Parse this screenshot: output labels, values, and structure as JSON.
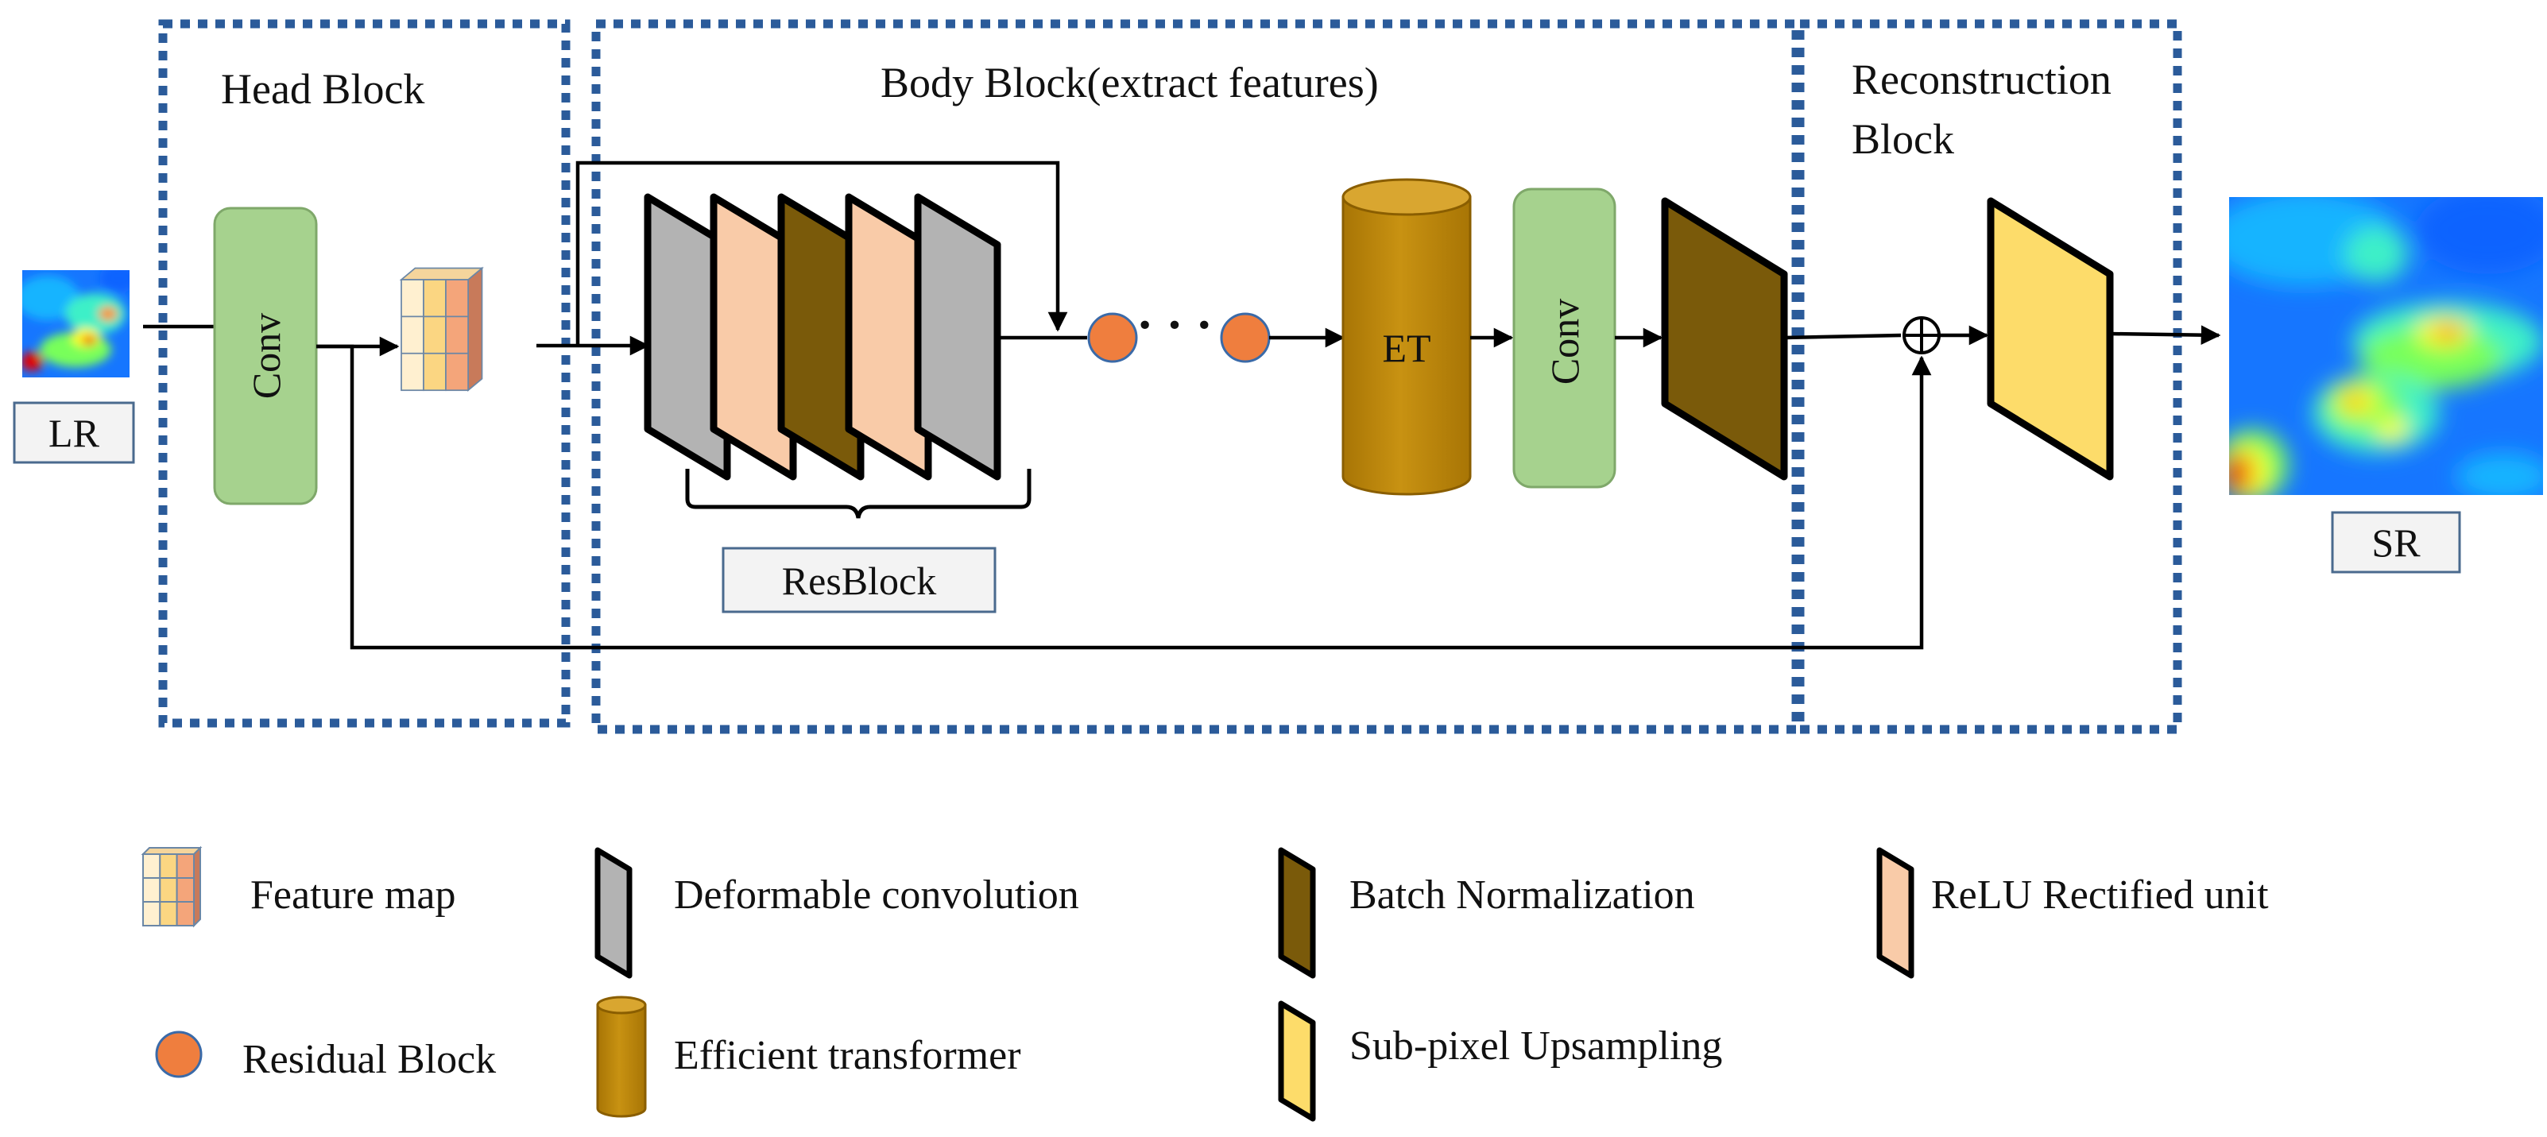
{
  "blocks": {
    "head": "Head Block",
    "body": "Body Block(extract features)",
    "reconstruction_line1": "Reconstruction",
    "reconstruction_line2": "Block"
  },
  "nodes": {
    "head_conv": "Conv",
    "body_conv": "Conv",
    "et": "ET",
    "resblock": "ResBlock",
    "input": "LR",
    "output": "SR",
    "ellipsis": "· · ·",
    "sum": "⊕"
  },
  "legend": {
    "feature_map": "Feature map",
    "deformable_conv": "Deformable convolution",
    "batch_norm": "Batch Normalization",
    "relu": "ReLU Rectified unit",
    "residual_block": "Residual Block",
    "efficient_transformer": "Efficient transformer",
    "subpixel": "Sub-pixel Upsampling"
  },
  "colors": {
    "frame": "#2b5b9a",
    "conv": "#a6d28e",
    "deformable_conv": "#b3b3b3",
    "relu": "#f9cba8",
    "batch_norm": "#7a5a0a",
    "transformer": "#c08a0a",
    "residual_dot": "#ef7e3e",
    "subpixel": "#fddc6a",
    "heatmap": [
      "#0000c8",
      "#0a64ff",
      "#14b4ff",
      "#3cf0c8",
      "#78ff5a",
      "#ffff28",
      "#ff8c00",
      "#e60000"
    ]
  },
  "icons": [
    "heatmap-image",
    "feature-map-grid",
    "layer-slab",
    "cylinder",
    "residual-circle",
    "sum-junction"
  ]
}
